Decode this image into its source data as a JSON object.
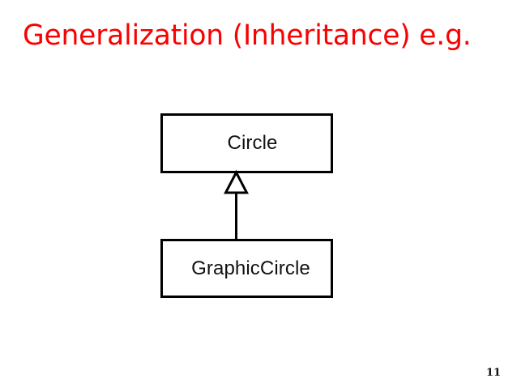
{
  "slide": {
    "title": "Generalization (Inheritance) e.g.",
    "title_color": "#FA0000",
    "background_color": "#FFFFFF",
    "page_number": "11"
  },
  "diagram": {
    "type": "uml-class-diagram",
    "line_color": "#000000",
    "fill_color": "#FFFFFF",
    "classes": [
      {
        "id": "circle",
        "name": "Circle",
        "role": "superclass"
      },
      {
        "id": "graphiccircle",
        "name": "GraphicCircle",
        "role": "subclass"
      }
    ],
    "relationships": [
      {
        "type": "generalization",
        "notation": "hollow-triangle-arrowhead",
        "from": "GraphicCircle",
        "to": "Circle"
      }
    ]
  }
}
